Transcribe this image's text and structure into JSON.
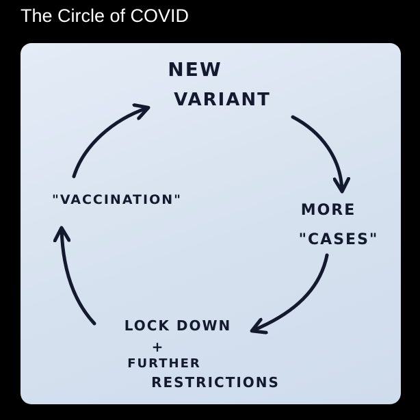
{
  "caption": "The Circle of COVID",
  "colors": {
    "background": "#000000",
    "card": "#dce6f2",
    "ink": "#141a2e",
    "caption_text": "#ffffff"
  },
  "cycle": {
    "top_line1": "NEW",
    "top_line2": "VARIANT",
    "right_line1": "MORE",
    "right_line2": "\"CASES\"",
    "bottom_line1": "LOCK DOWN",
    "bottom_plus": "+",
    "bottom_line2": "FURTHER",
    "bottom_line3": "RESTRICTIONS",
    "left_line1": "\"VACCINATION\""
  }
}
